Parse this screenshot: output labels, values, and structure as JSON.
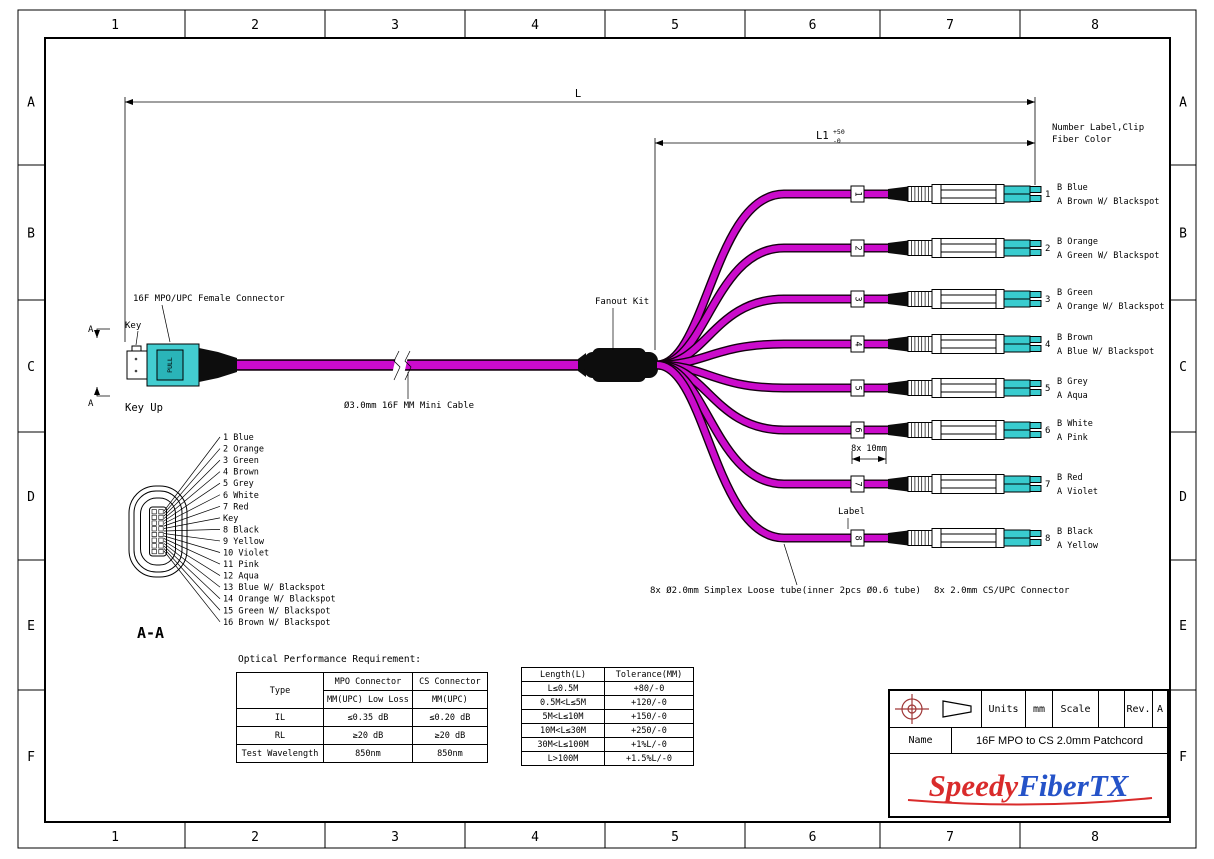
{
  "sheet": {
    "grid_cols": [
      "1",
      "2",
      "3",
      "4",
      "5",
      "6",
      "7",
      "8"
    ],
    "grid_rows": [
      "A",
      "B",
      "C",
      "D",
      "E",
      "F"
    ]
  },
  "dimensions": {
    "l": "L",
    "l1": "L1",
    "l1_plus": "+50",
    "l1_minus": "-0",
    "branch_pitch": "8x 10mm"
  },
  "annotations": {
    "number_label_clip": "Number Label,Clip",
    "fiber_color": "Fiber Color",
    "mpo_connector": "16F MPO/UPC Female Connector",
    "key": "Key",
    "key_up": "Key Up",
    "section_mark": "A",
    "pull": "PULL",
    "cable": "Ø3.0mm 16F MM Mini Cable",
    "fanout_kit": "Fanout Kit",
    "label": "Label",
    "simplex_tube": "8x Ø2.0mm Simplex Loose tube(inner 2pcs Ø0.6 tube)",
    "cs_connector": "8x 2.0mm CS/UPC Connector",
    "section_view": "A-A"
  },
  "branches": [
    {
      "num": "1",
      "b": "B Blue",
      "a": "A Brown W/ Blackspot"
    },
    {
      "num": "2",
      "b": "B Orange",
      "a": "A Green W/ Blackspot"
    },
    {
      "num": "3",
      "b": "B Green",
      "a": "A Orange W/ Blackspot"
    },
    {
      "num": "4",
      "b": "B Brown",
      "a": "A Blue W/ Blackspot"
    },
    {
      "num": "5",
      "b": "B Grey",
      "a": "A Aqua"
    },
    {
      "num": "6",
      "b": "B White",
      "a": "A Pink"
    },
    {
      "num": "7",
      "b": "B Red",
      "a": "A Violet"
    },
    {
      "num": "8",
      "b": "B Black",
      "a": "A Yellow"
    }
  ],
  "cross_section_labels": [
    "1 Blue",
    "2 Orange",
    "3 Green",
    "4 Brown",
    "5 Grey",
    "6 White",
    "7 Red",
    "Key",
    "8 Black",
    "9 Yellow",
    "10 Violet",
    "11 Pink",
    "12 Aqua",
    "13 Blue W/ Blackspot",
    "14 Orange W/ Blackspot",
    "15 Green W/ Blackspot",
    "16 Brown W/ Blackspot"
  ],
  "optical_table": {
    "title": "Optical Performance Requirement:",
    "type_header": "Type",
    "mpo_header": "MPO Connector",
    "cs_header": "CS Connector",
    "mpo_sub": "MM(UPC) Low Loss",
    "cs_sub": "MM(UPC)",
    "rows": [
      {
        "label": "IL",
        "mpo": "≤0.35 dB",
        "cs": "≤0.20 dB"
      },
      {
        "label": "RL",
        "mpo": "≥20 dB",
        "cs": "≥20 dB"
      },
      {
        "label": "Test Wavelength",
        "mpo": "850nm",
        "cs": "850nm"
      }
    ]
  },
  "length_table": {
    "headers": [
      "Length(L)",
      "Tolerance(MM)"
    ],
    "rows": [
      [
        "L≤0.5M",
        "+80/-0"
      ],
      [
        "0.5M<L≤5M",
        "+120/-0"
      ],
      [
        "5M<L≤10M",
        "+150/-0"
      ],
      [
        "10M<L≤30M",
        "+250/-0"
      ],
      [
        "30M<L≤100M",
        "+1%L/-0"
      ],
      [
        "L>100M",
        "+1.5%L/-0"
      ]
    ]
  },
  "title_block": {
    "units_label": "Units",
    "units_value": "mm",
    "scale_label": "Scale",
    "rev_label": "Rev.",
    "rev_value": "A",
    "name_label": "Name",
    "name_value": "16F MPO to CS 2.0mm Patchcord",
    "logo_speedy": "Speedy",
    "logo_fibertx": "FiberTX"
  },
  "colors": {
    "cable_magenta": "#cb0bcb",
    "connector_aqua": "#39cccf",
    "logo_red": "#d92b2b",
    "logo_blue": "#2553c8",
    "projection_symbol_red": "#a03838"
  }
}
